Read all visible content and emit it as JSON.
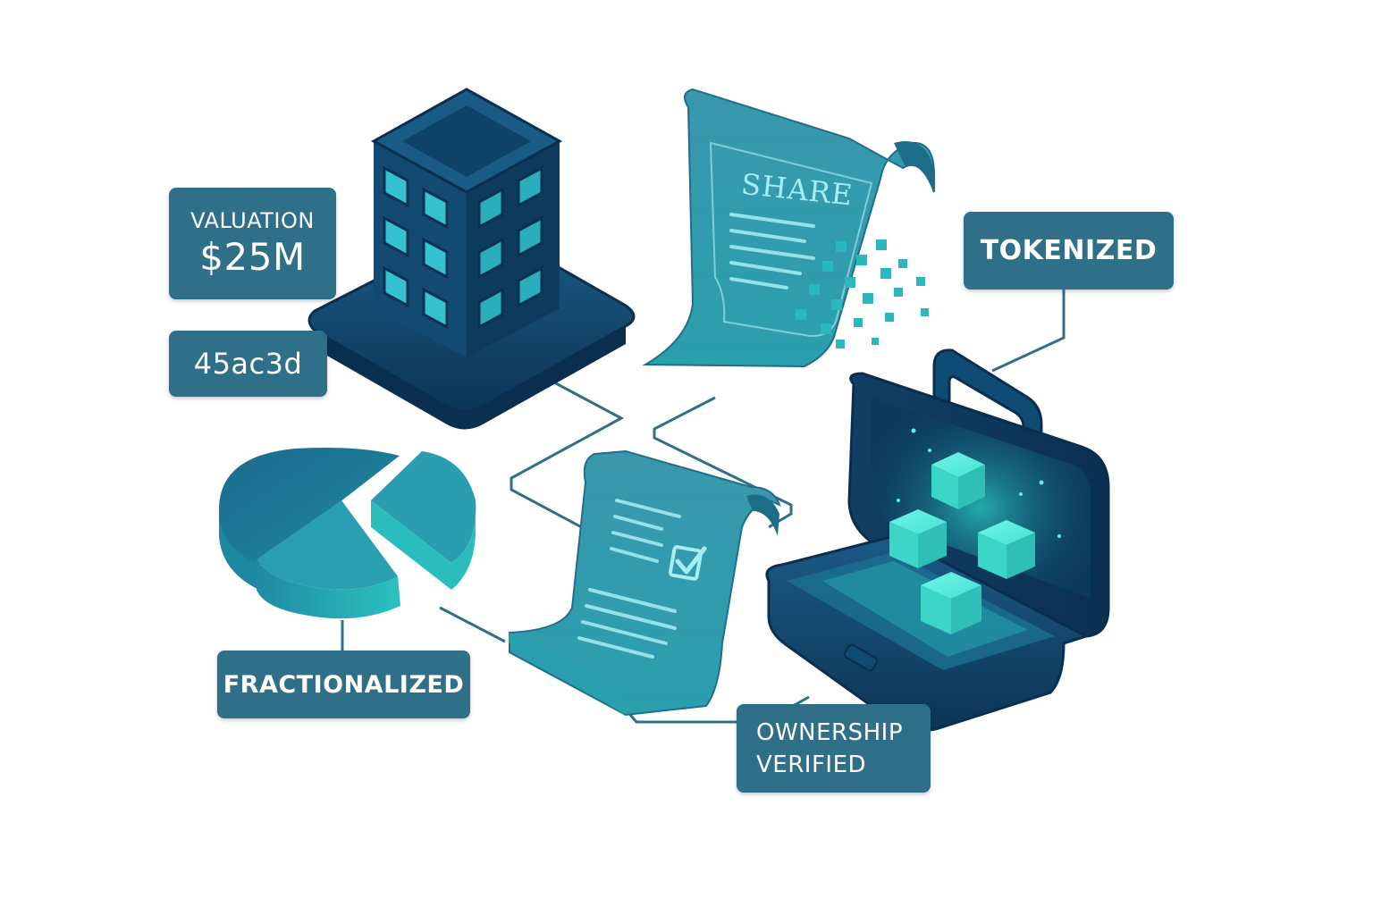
{
  "labels": {
    "valuation_caption": "VALUATION",
    "valuation_amount": "$25M",
    "hash": "45ac3d",
    "tokenized": "TOKENIZED",
    "fractionalized": "FRACTIONALIZED",
    "ownership_line1": "OWNERSHIP",
    "ownership_line2": "VERIFIED"
  },
  "share_document": {
    "title": "SHARE"
  },
  "colors": {
    "label_bg": "#2f6f87",
    "dark_navy": "#0f3f66",
    "teal": "#2aa3b1",
    "glow": "#3fe4d2",
    "connector": "#2f6f87"
  }
}
